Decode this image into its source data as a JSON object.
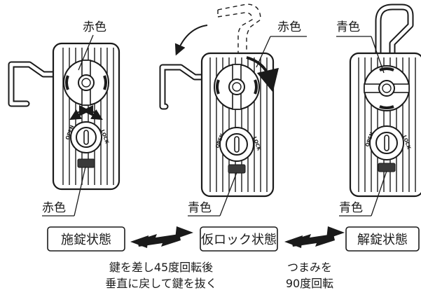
{
  "labels": {
    "locked_knob_color": "赤色",
    "temp_knob_color": "赤色",
    "unlocked_knob_color": "青色",
    "locked_indicator_color": "赤色",
    "temp_indicator_color": "青色",
    "unlocked_indicator_color": "青色"
  },
  "states": {
    "locked": "施錠状態",
    "temp_lock": "仮ロック状態",
    "unlocked": "解錠状態"
  },
  "captions": {
    "step_locked_line1": "鍵を差し45度回転後",
    "step_locked_line2": "垂直に戻して鍵を抜く",
    "step_unlock_line1": "つまみを",
    "step_unlock_line2": "90度回転"
  },
  "dial_marks": {
    "open": "OPEN",
    "lock": "LOCK"
  }
}
